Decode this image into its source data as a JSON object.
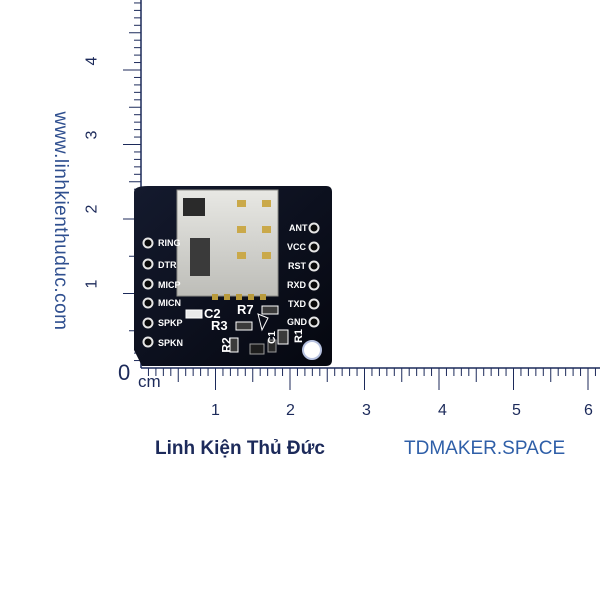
{
  "ruler": {
    "horizontal_numbers": [
      "1",
      "2",
      "3",
      "4",
      "5",
      "6"
    ],
    "vertical_numbers": [
      "1",
      "2",
      "3",
      "4"
    ],
    "zero": "0",
    "unit": "cm"
  },
  "side_url": "www.linhkienthuduc.com",
  "footer": {
    "brand": "Linh Kiện Thủ Đức",
    "site": "TDMAKER.SPACE"
  },
  "board": {
    "left_pins": [
      "RING",
      "DTR",
      "MICP",
      "MICN",
      "SPKP",
      "SPKN"
    ],
    "right_pins": [
      "ANT",
      "VCC",
      "RST",
      "RXD",
      "TXD",
      "GND"
    ],
    "silkscreen": {
      "c2": "C2",
      "r7": "R7",
      "r3": "R3",
      "r2": "R2",
      "r1": "R1",
      "c1": "C1"
    }
  },
  "colors": {
    "pcb": "#0b0f1c",
    "ruler": "#1c2a5a",
    "site_text": "#2f5fa8"
  }
}
